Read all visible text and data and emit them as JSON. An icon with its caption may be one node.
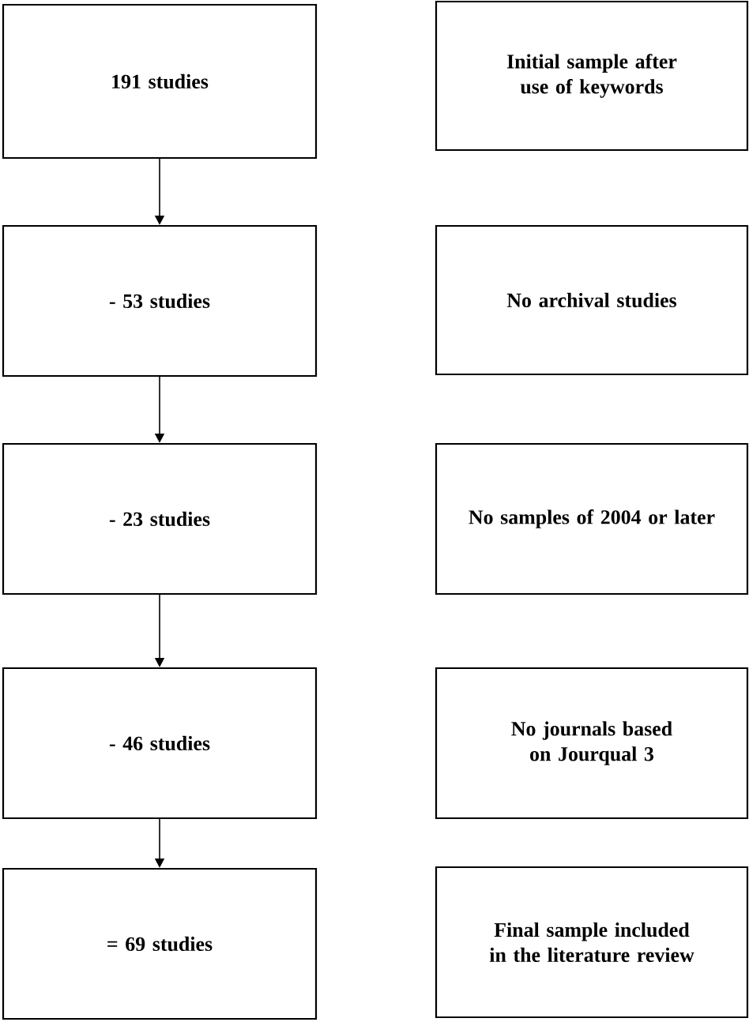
{
  "diagram": {
    "nodes": [
      {
        "text": [
          "191 studies"
        ]
      },
      {
        "text": [
          "Initial sample after use of keywords"
        ]
      },
      {
        "text": [
          "- 53 studies"
        ]
      },
      {
        "text": [
          "No archival studies"
        ]
      },
      {
        "text": [
          "- 23 studies"
        ]
      },
      {
        "text": [
          "No samples of 2004 or later"
        ]
      },
      {
        "text": [
          "- 46 studies"
        ]
      },
      {
        "text": [
          "No journals based on Jourqual 3"
        ]
      },
      {
        "text": [
          "= 69 studies"
        ]
      },
      {
        "text": [
          "Final sample included in the literature review"
        ]
      }
    ],
    "edges": [
      {
        "from": 0,
        "to": 2,
        "arrow": "to"
      },
      {
        "from": 2,
        "to": 4,
        "arrow": "to"
      },
      {
        "from": 4,
        "to": 6,
        "arrow": "to"
      },
      {
        "from": 6,
        "to": 8,
        "arrow": "to"
      }
    ]
  }
}
